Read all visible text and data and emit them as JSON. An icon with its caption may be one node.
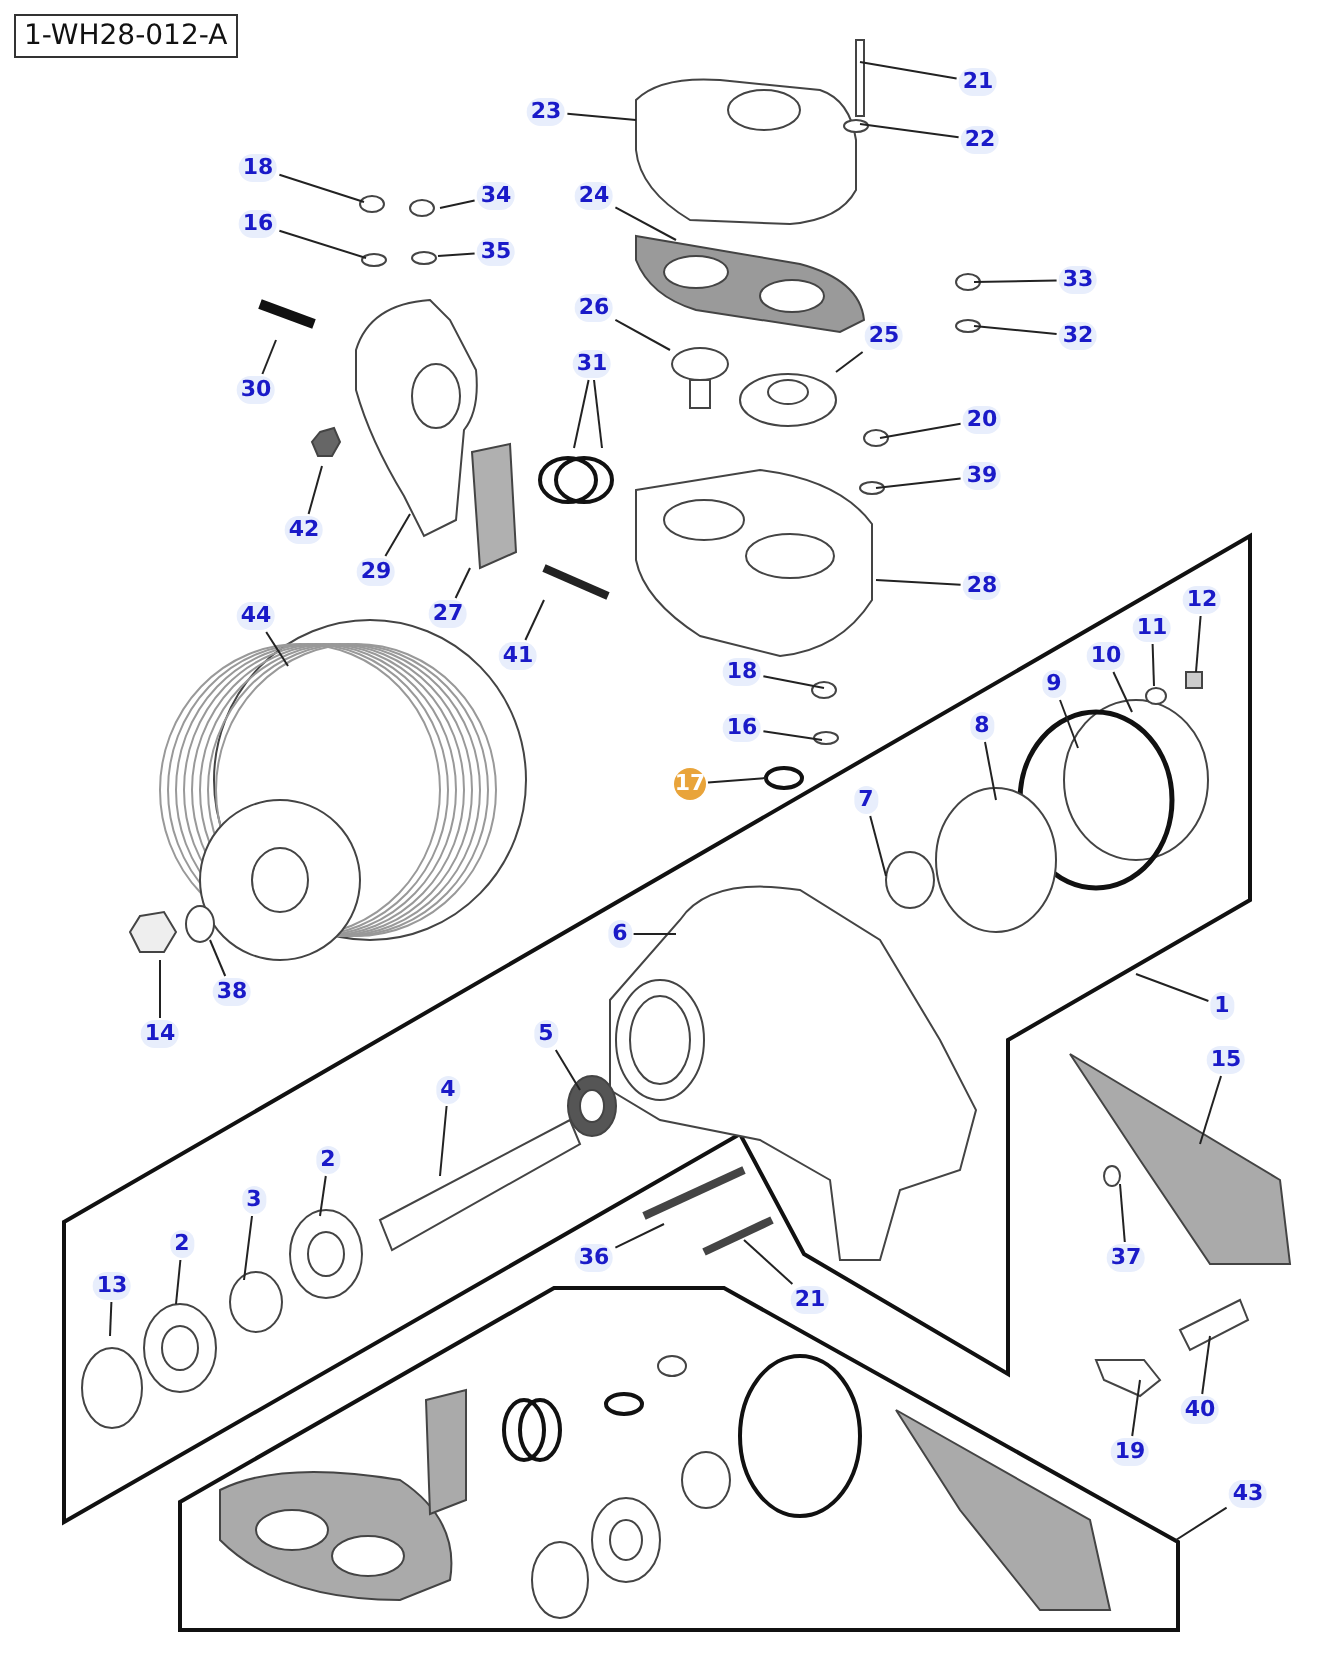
{
  "diagram": {
    "nodes": [
      {
        "text": [
          "1-WH28-012-A"
        ]
      },
      {
        "text": [
          "21"
        ]
      },
      {
        "text": [
          "23"
        ]
      },
      {
        "text": [
          "22"
        ]
      },
      {
        "text": [
          "18"
        ]
      },
      {
        "text": [
          "34"
        ]
      },
      {
        "text": [
          "24"
        ]
      },
      {
        "text": [
          "16"
        ]
      },
      {
        "text": [
          "35"
        ]
      },
      {
        "text": [
          "33"
        ]
      },
      {
        "text": [
          "26"
        ]
      },
      {
        "text": [
          "25"
        ]
      },
      {
        "text": [
          "32"
        ]
      },
      {
        "text": [
          "31"
        ]
      },
      {
        "text": [
          "30"
        ]
      },
      {
        "text": [
          "20"
        ]
      },
      {
        "text": [
          "39"
        ]
      },
      {
        "text": [
          "42"
        ]
      },
      {
        "text": [
          "29"
        ]
      },
      {
        "text": [
          "28"
        ]
      },
      {
        "text": [
          "12"
        ]
      },
      {
        "text": [
          "27"
        ]
      },
      {
        "text": [
          "44"
        ]
      },
      {
        "text": [
          "11"
        ]
      },
      {
        "text": [
          "41"
        ]
      },
      {
        "text": [
          "10"
        ]
      },
      {
        "text": [
          "18"
        ]
      },
      {
        "text": [
          "9"
        ]
      },
      {
        "text": [
          "8"
        ]
      },
      {
        "text": [
          "16"
        ]
      },
      {
        "text": [
          "17"
        ]
      },
      {
        "text": [
          "7"
        ]
      },
      {
        "text": [
          "6"
        ]
      },
      {
        "text": [
          "38"
        ]
      },
      {
        "text": [
          "1"
        ]
      },
      {
        "text": [
          "14"
        ]
      },
      {
        "text": [
          "5"
        ]
      },
      {
        "text": [
          "15"
        ]
      },
      {
        "text": [
          "4"
        ]
      },
      {
        "text": [
          "2"
        ]
      },
      {
        "text": [
          "3"
        ]
      },
      {
        "text": [
          "2"
        ]
      },
      {
        "text": [
          "36"
        ]
      },
      {
        "text": [
          "37"
        ]
      },
      {
        "text": [
          "13"
        ]
      },
      {
        "text": [
          "21"
        ]
      },
      {
        "text": [
          "40"
        ]
      },
      {
        "text": [
          "19"
        ]
      },
      {
        "text": [
          "43"
        ]
      }
    ],
    "edges": [
      {
        "from": 1,
        "to": null,
        "arrow": "none"
      },
      {
        "from": 2,
        "to": null,
        "arrow": "none"
      },
      {
        "from": 3,
        "to": null,
        "arrow": "none"
      },
      {
        "from": 4,
        "to": null,
        "arrow": "none"
      },
      {
        "from": 5,
        "to": null,
        "arrow": "none"
      },
      {
        "from": 6,
        "to": null,
        "arrow": "none"
      },
      {
        "from": 7,
        "to": null,
        "arrow": "none"
      },
      {
        "from": 8,
        "to": null,
        "arrow": "none"
      },
      {
        "from": 9,
        "to": null,
        "arrow": "none"
      },
      {
        "from": 10,
        "to": null,
        "arrow": "none"
      },
      {
        "from": 11,
        "to": null,
        "arrow": "none"
      },
      {
        "from": 12,
        "to": null,
        "arrow": "none"
      },
      {
        "from": 13,
        "to": null,
        "arrow": "none"
      },
      {
        "from": 13,
        "to": null,
        "arrow": "none"
      },
      {
        "from": 14,
        "to": null,
        "arrow": "none"
      },
      {
        "from": 15,
        "to": null,
        "arrow": "none"
      },
      {
        "from": 16,
        "to": null,
        "arrow": "none"
      },
      {
        "from": 17,
        "to": null,
        "arrow": "none"
      },
      {
        "from": 18,
        "to": null,
        "arrow": "none"
      },
      {
        "from": 19,
        "to": null,
        "arrow": "none"
      },
      {
        "from": 20,
        "to": null,
        "arrow": "none"
      },
      {
        "from": 21,
        "to": null,
        "arrow": "none"
      },
      {
        "from": 22,
        "to": null,
        "arrow": "none"
      },
      {
        "from": 23,
        "to": null,
        "arrow": "none"
      },
      {
        "from": 24,
        "to": null,
        "arrow": "none"
      },
      {
        "from": 25,
        "to": null,
        "arrow": "none"
      },
      {
        "from": 26,
        "to": null,
        "arrow": "none"
      },
      {
        "from": 27,
        "to": null,
        "arrow": "none"
      },
      {
        "from": 28,
        "to": null,
        "arrow": "none"
      },
      {
        "from": 29,
        "to": null,
        "arrow": "none"
      },
      {
        "from": 30,
        "to": null,
        "arrow": "none"
      },
      {
        "from": 31,
        "to": null,
        "arrow": "none"
      },
      {
        "from": 32,
        "to": null,
        "arrow": "none"
      },
      {
        "from": 33,
        "to": null,
        "arrow": "none"
      },
      {
        "from": 34,
        "to": null,
        "arrow": "none"
      },
      {
        "from": 35,
        "to": null,
        "arrow": "none"
      },
      {
        "from": 36,
        "to": null,
        "arrow": "none"
      },
      {
        "from": 37,
        "to": null,
        "arrow": "none"
      },
      {
        "from": 38,
        "to": null,
        "arrow": "none"
      },
      {
        "from": 39,
        "to": null,
        "arrow": "none"
      },
      {
        "from": 40,
        "to": null,
        "arrow": "none"
      },
      {
        "from": 41,
        "to": null,
        "arrow": "none"
      },
      {
        "from": 42,
        "to": null,
        "arrow": "none"
      },
      {
        "from": 43,
        "to": null,
        "arrow": "none"
      },
      {
        "from": 44,
        "to": null,
        "arrow": "none"
      },
      {
        "from": 45,
        "to": null,
        "arrow": "none"
      },
      {
        "from": 46,
        "to": null,
        "arrow": "none"
      },
      {
        "from": 47,
        "to": null,
        "arrow": "none"
      },
      {
        "from": 48,
        "to": null,
        "arrow": "none"
      }
    ]
  }
}
